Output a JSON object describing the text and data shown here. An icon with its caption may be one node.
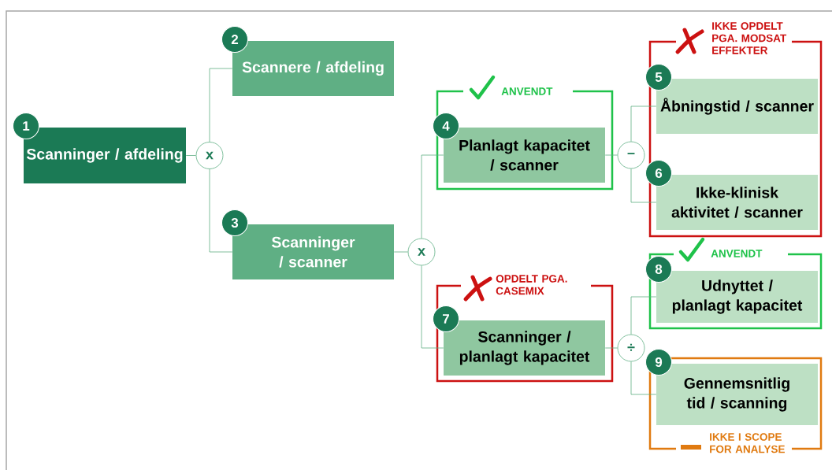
{
  "diagram": {
    "nodes": [
      {
        "text": [
          "Scanninger / afdeling"
        ],
        "beside": [
          "1"
        ]
      },
      {
        "text": [
          "x"
        ]
      },
      {
        "text": [
          "Scannere / afdeling"
        ],
        "beside": [
          "2"
        ]
      },
      {
        "text": [
          "Scanninger / scanner"
        ],
        "beside": [
          "3"
        ]
      },
      {
        "text": [
          "x"
        ]
      },
      {
        "text": [
          "ANVENDT"
        ]
      },
      {
        "text": [
          "Planlagt kapacitet / scanner"
        ],
        "beside": [
          "4"
        ],
        "in": 5
      },
      {
        "text": [
          "–"
        ]
      },
      {
        "text": [
          "IKKE OPDELT PGA. MODSAT EFFEKTER"
        ]
      },
      {
        "text": [
          "Åbningstid / scanner"
        ],
        "beside": [
          "5"
        ],
        "in": 8
      },
      {
        "text": [
          "Ikke-klinisk aktivitet / scanner"
        ],
        "beside": [
          "6"
        ],
        "in": 8
      },
      {
        "text": [
          "OPDELT PGA. CASEMIX"
        ]
      },
      {
        "text": [
          "Scanninger / planlagt kapacitet"
        ],
        "beside": [
          "7"
        ],
        "in": 11
      },
      {
        "text": [
          "÷"
        ]
      },
      {
        "text": [
          "ANVENDT"
        ]
      },
      {
        "text": [
          "Udnyttet / planlagt kapacitet"
        ],
        "beside": [
          "8"
        ],
        "in": 14
      },
      {
        "text": [
          "IKKE I SCOPE FOR ANALYSE"
        ]
      },
      {
        "text": [
          "Gennemsnitlig tid / scanning"
        ],
        "beside": [
          "9"
        ],
        "in": 16
      }
    ],
    "edges": [
      {
        "from": 0,
        "to": 1,
        "arrow": "none"
      },
      {
        "from": 1,
        "to": 2,
        "arrow": "none"
      },
      {
        "from": 1,
        "to": 3,
        "arrow": "none"
      },
      {
        "from": 3,
        "to": 4,
        "arrow": "none"
      },
      {
        "from": 4,
        "to": 6,
        "arrow": "none"
      },
      {
        "from": 4,
        "to": 12,
        "arrow": "none"
      },
      {
        "from": 6,
        "to": 7,
        "arrow": "none"
      },
      {
        "from": 7,
        "to": 9,
        "arrow": "none"
      },
      {
        "from": 7,
        "to": 10,
        "arrow": "none"
      },
      {
        "from": 12,
        "to": 13,
        "arrow": "none"
      },
      {
        "from": 13,
        "to": 15,
        "arrow": "none"
      },
      {
        "from": 13,
        "to": 17,
        "arrow": "none"
      }
    ]
  }
}
